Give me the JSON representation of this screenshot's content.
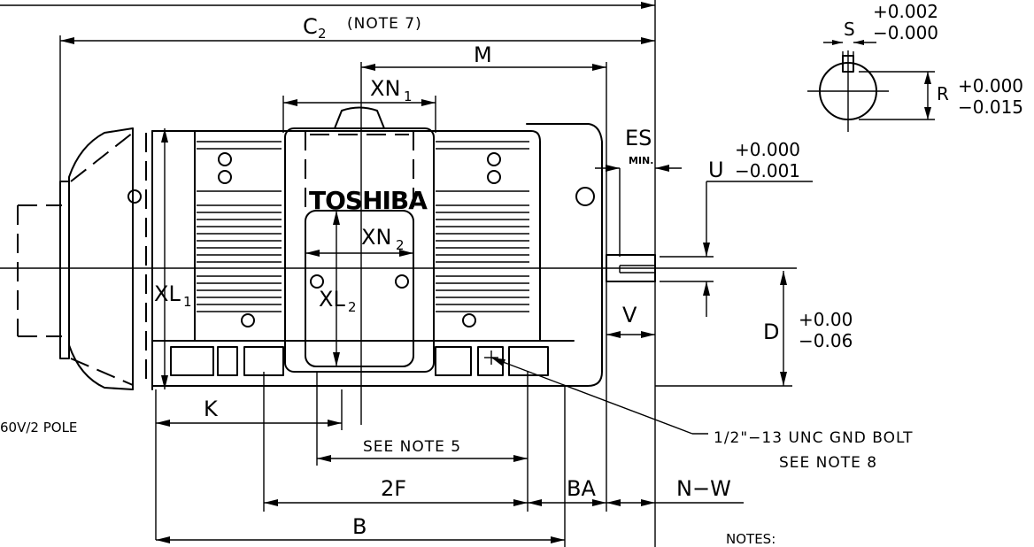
{
  "labels": {
    "c2": "C",
    "c2_sub": "2",
    "note7": "(NOTE 7)",
    "m": "M",
    "xn1": "XN",
    "xn1_sub": "1",
    "xn2": "XN",
    "xn2_sub": "2",
    "xl1": "XL",
    "xl1_sub": "1",
    "xl2": "XL",
    "xl2_sub": "2",
    "k": "K",
    "see_note5": "SEE NOTE 5",
    "f2": "2F",
    "ba": "BA",
    "nw": "N−W",
    "b": "B",
    "v": "V",
    "d": "D",
    "d_tol_plus": "+0.00",
    "d_tol_minus": "−0.06",
    "es": "ES",
    "es_min": "MIN.",
    "u": "U",
    "u_tol_plus": "+0.000",
    "u_tol_minus": "−0.001",
    "s": "S",
    "s_tol_plus": "+0.002",
    "s_tol_minus": "−0.000",
    "r": "R",
    "r_tol_plus": "+0.000",
    "r_tol_minus": "−0.015",
    "gnd_bolt": "1/2\"−13 UNC GND BOLT",
    "see_note8": "SEE NOTE 8",
    "pole": "60V/2 POLE",
    "notes": "NOTES:",
    "brand": "TOSHIBA"
  }
}
